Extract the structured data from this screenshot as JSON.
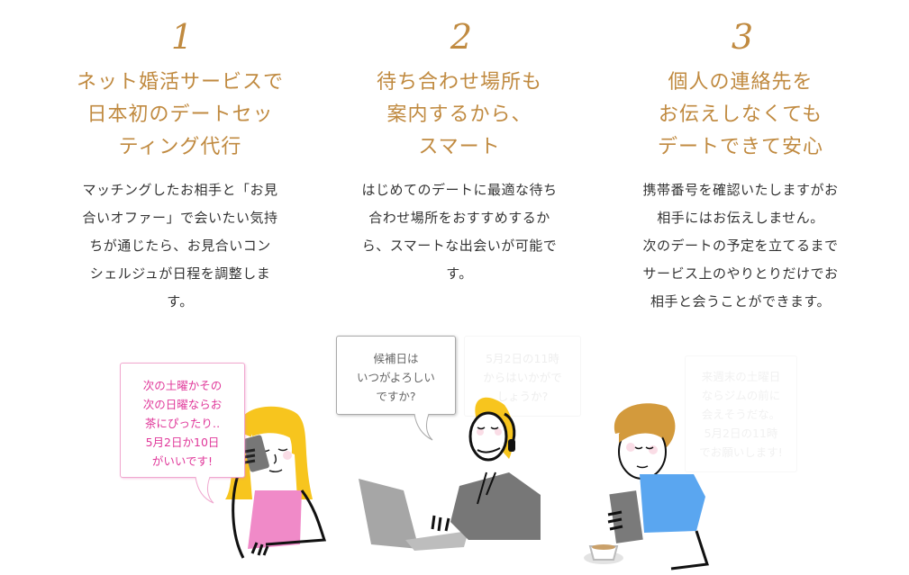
{
  "steps": [
    {
      "number": "1",
      "title_lines": [
        "ネット婚活サービスで",
        "日本初のデートセッ",
        "ティング代行"
      ],
      "desc_lines": [
        "マッチングしたお相手と「お見",
        "合いオファー」で会いたい気持",
        "ちが通じたら、お見合いコン",
        "シェルジュが日程を調整しま",
        "す。"
      ]
    },
    {
      "number": "2",
      "title_lines": [
        "待ち合わせ場所も",
        "案内するから、",
        "スマート"
      ],
      "desc_lines": [
        "はじめてのデートに最適な待ち",
        "合わせ場所をおすすめするか",
        "ら、スマートな出会いが可能で",
        "す。"
      ]
    },
    {
      "number": "3",
      "title_lines": [
        "個人の連絡先を",
        "お伝えしなくても",
        "デートできて安心"
      ],
      "desc_lines": [
        "携帯番号を確認いたしますがお",
        "相手にはお伝えしません。",
        "次のデートの予定を立てるまで",
        "サービス上のやりとりだけでお",
        "相手と会うことができます。"
      ]
    }
  ],
  "bubbles": {
    "woman": [
      "次の土曜かその",
      "次の日曜ならお",
      "茶にぴったり‥",
      "5月2日か10日",
      "がいいです!"
    ],
    "concierge": [
      "候補日は",
      "いつがよろしい",
      "ですか?"
    ],
    "concierge_faded": [
      "5月2日の11時",
      "からはいかがで",
      "しょうか?"
    ],
    "man_faded": [
      "来週末の土曜日",
      "ならジムの前に",
      "会えそうだな。",
      "5月2日の11時",
      "でお願いします!"
    ]
  },
  "colors": {
    "accent_gold": "#c08a40",
    "body_text": "#333333",
    "pink_bubble_text": "#e0389a",
    "hair_yellow": "#f7c51e",
    "shirt_pink": "#f08ac8",
    "shirt_blue": "#5aa6f0"
  }
}
